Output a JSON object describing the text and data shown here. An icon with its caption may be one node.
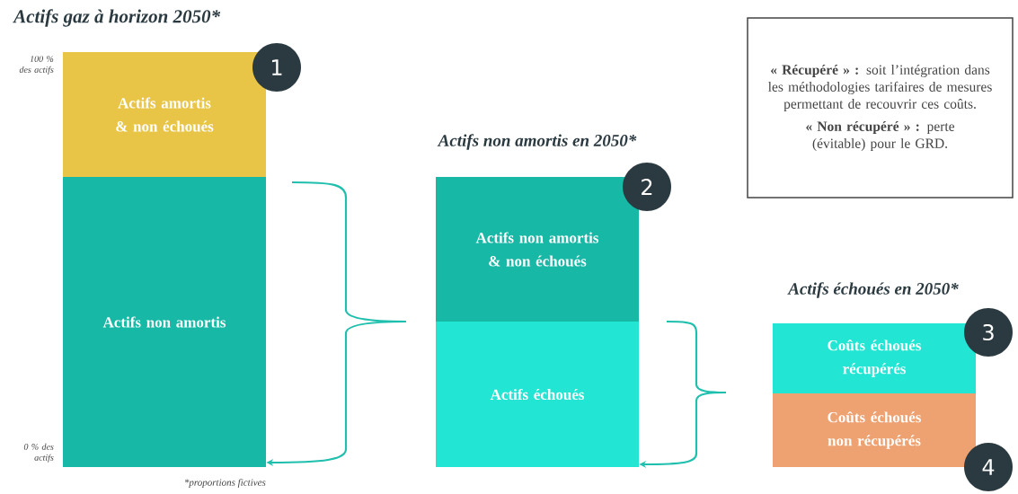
{
  "diagram": {
    "nodes": [
      {
        "text": [
          "Actifs amortis & non échoués"
        ]
      },
      {
        "text": [
          "1"
        ]
      },
      {
        "text": [
          "Actifs non amortis"
        ]
      },
      {
        "text": [
          "Actifs non amortis & non échoués"
        ]
      },
      {
        "text": [
          "2"
        ]
      },
      {
        "text": [
          "Actifs échoués"
        ]
      },
      {
        "text": [
          "Coûts échoués récupérés"
        ]
      },
      {
        "text": [
          "3"
        ]
      },
      {
        "text": [
          "Coûts échoués non récupérés"
        ]
      },
      {
        "text": [
          "4"
        ]
      },
      {
        "text": [
          "**« Récupéré » :** soit l’intégration dans les méthodologies tarifaires de mesures permettant de recouvrir ces coûts.",
          "**« Non récupéré » :** perte (évitable) pour le GRD."
        ]
      }
    ],
    "edges": [
      {
        "from": null,
        "to": 2,
        "arrow": "to"
      },
      {
        "from": null,
        "to": 5,
        "arrow": "to"
      }
    ],
    "labels": [
      "Actifs gaz à horizon 2050*",
      "100 % des actifs",
      "Actifs non amortis en 2050*",
      "Actifs échoués en 2050*",
      "0 % des actifs",
      "*proportions fictives"
    ]
  }
}
